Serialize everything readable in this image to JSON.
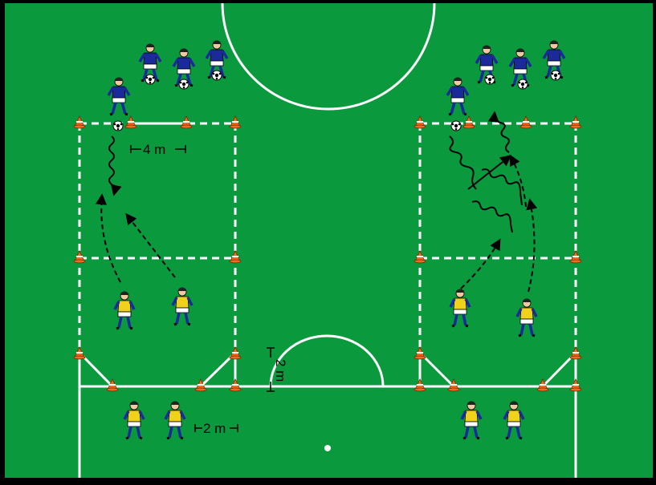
{
  "diagram": {
    "labels": {
      "left_top_width": "4 m",
      "center_gap": "2 m",
      "bottom_spacing": "2 m"
    },
    "colors": {
      "pitch": "#0a9a3d",
      "lines": "#ffffff",
      "cone": "#f06a1f",
      "team_blue": "#1b2a9a",
      "team_yellow": "#f1d21a",
      "ball": "#ffffff"
    }
  }
}
